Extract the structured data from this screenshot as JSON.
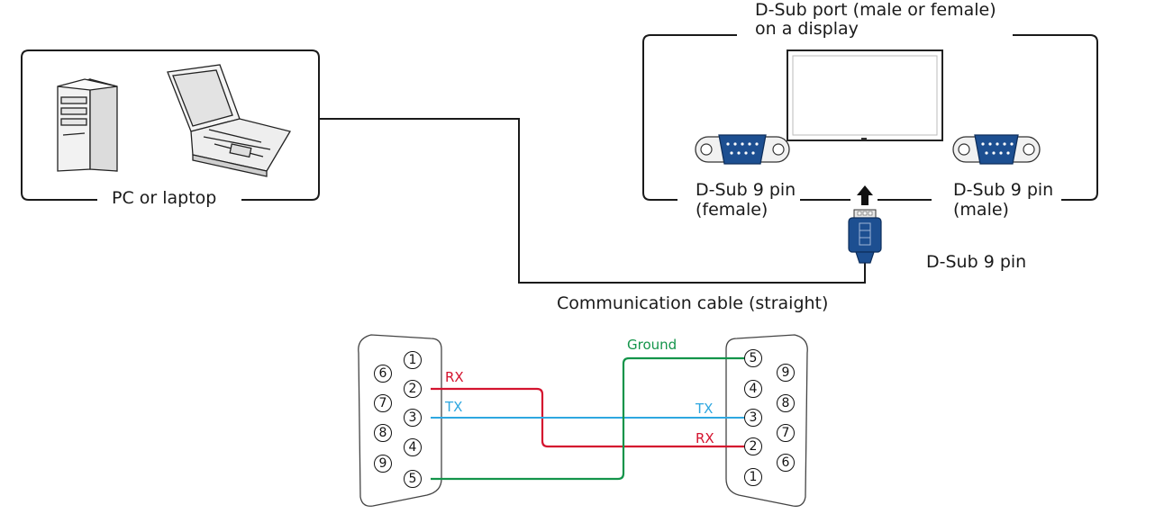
{
  "labels": {
    "pc": "PC or laptop",
    "display_port": [
      "D-Sub port (male or female)",
      "on a display"
    ],
    "female": [
      "D-Sub 9 pin",
      "(female)"
    ],
    "male": [
      "D-Sub 9 pin",
      "(male)"
    ],
    "plug": "D-Sub 9 pin",
    "cable": "Communication cable (straight)"
  },
  "wiring": {
    "rx_left": "RX",
    "tx_left": "TX",
    "ground": "Ground",
    "tx_right": "TX",
    "rx_right": "RX"
  },
  "pins": {
    "left_inner": [
      "1",
      "2",
      "3",
      "4",
      "5"
    ],
    "left_outer": [
      "6",
      "7",
      "8",
      "9"
    ],
    "right_inner": [
      "5",
      "4",
      "3",
      "2",
      "1"
    ],
    "right_outer": [
      "9",
      "8",
      "7",
      "6"
    ]
  },
  "colors": {
    "rx": "#d4142f",
    "tx": "#2ea7e0",
    "ground": "#13944a",
    "connector_blue": "#1d4f91",
    "line": "#1a1a1a"
  },
  "icons": [
    "desktop-tower-icon",
    "laptop-icon",
    "monitor-icon",
    "dsub-connector-icon",
    "arrow-up-icon"
  ]
}
